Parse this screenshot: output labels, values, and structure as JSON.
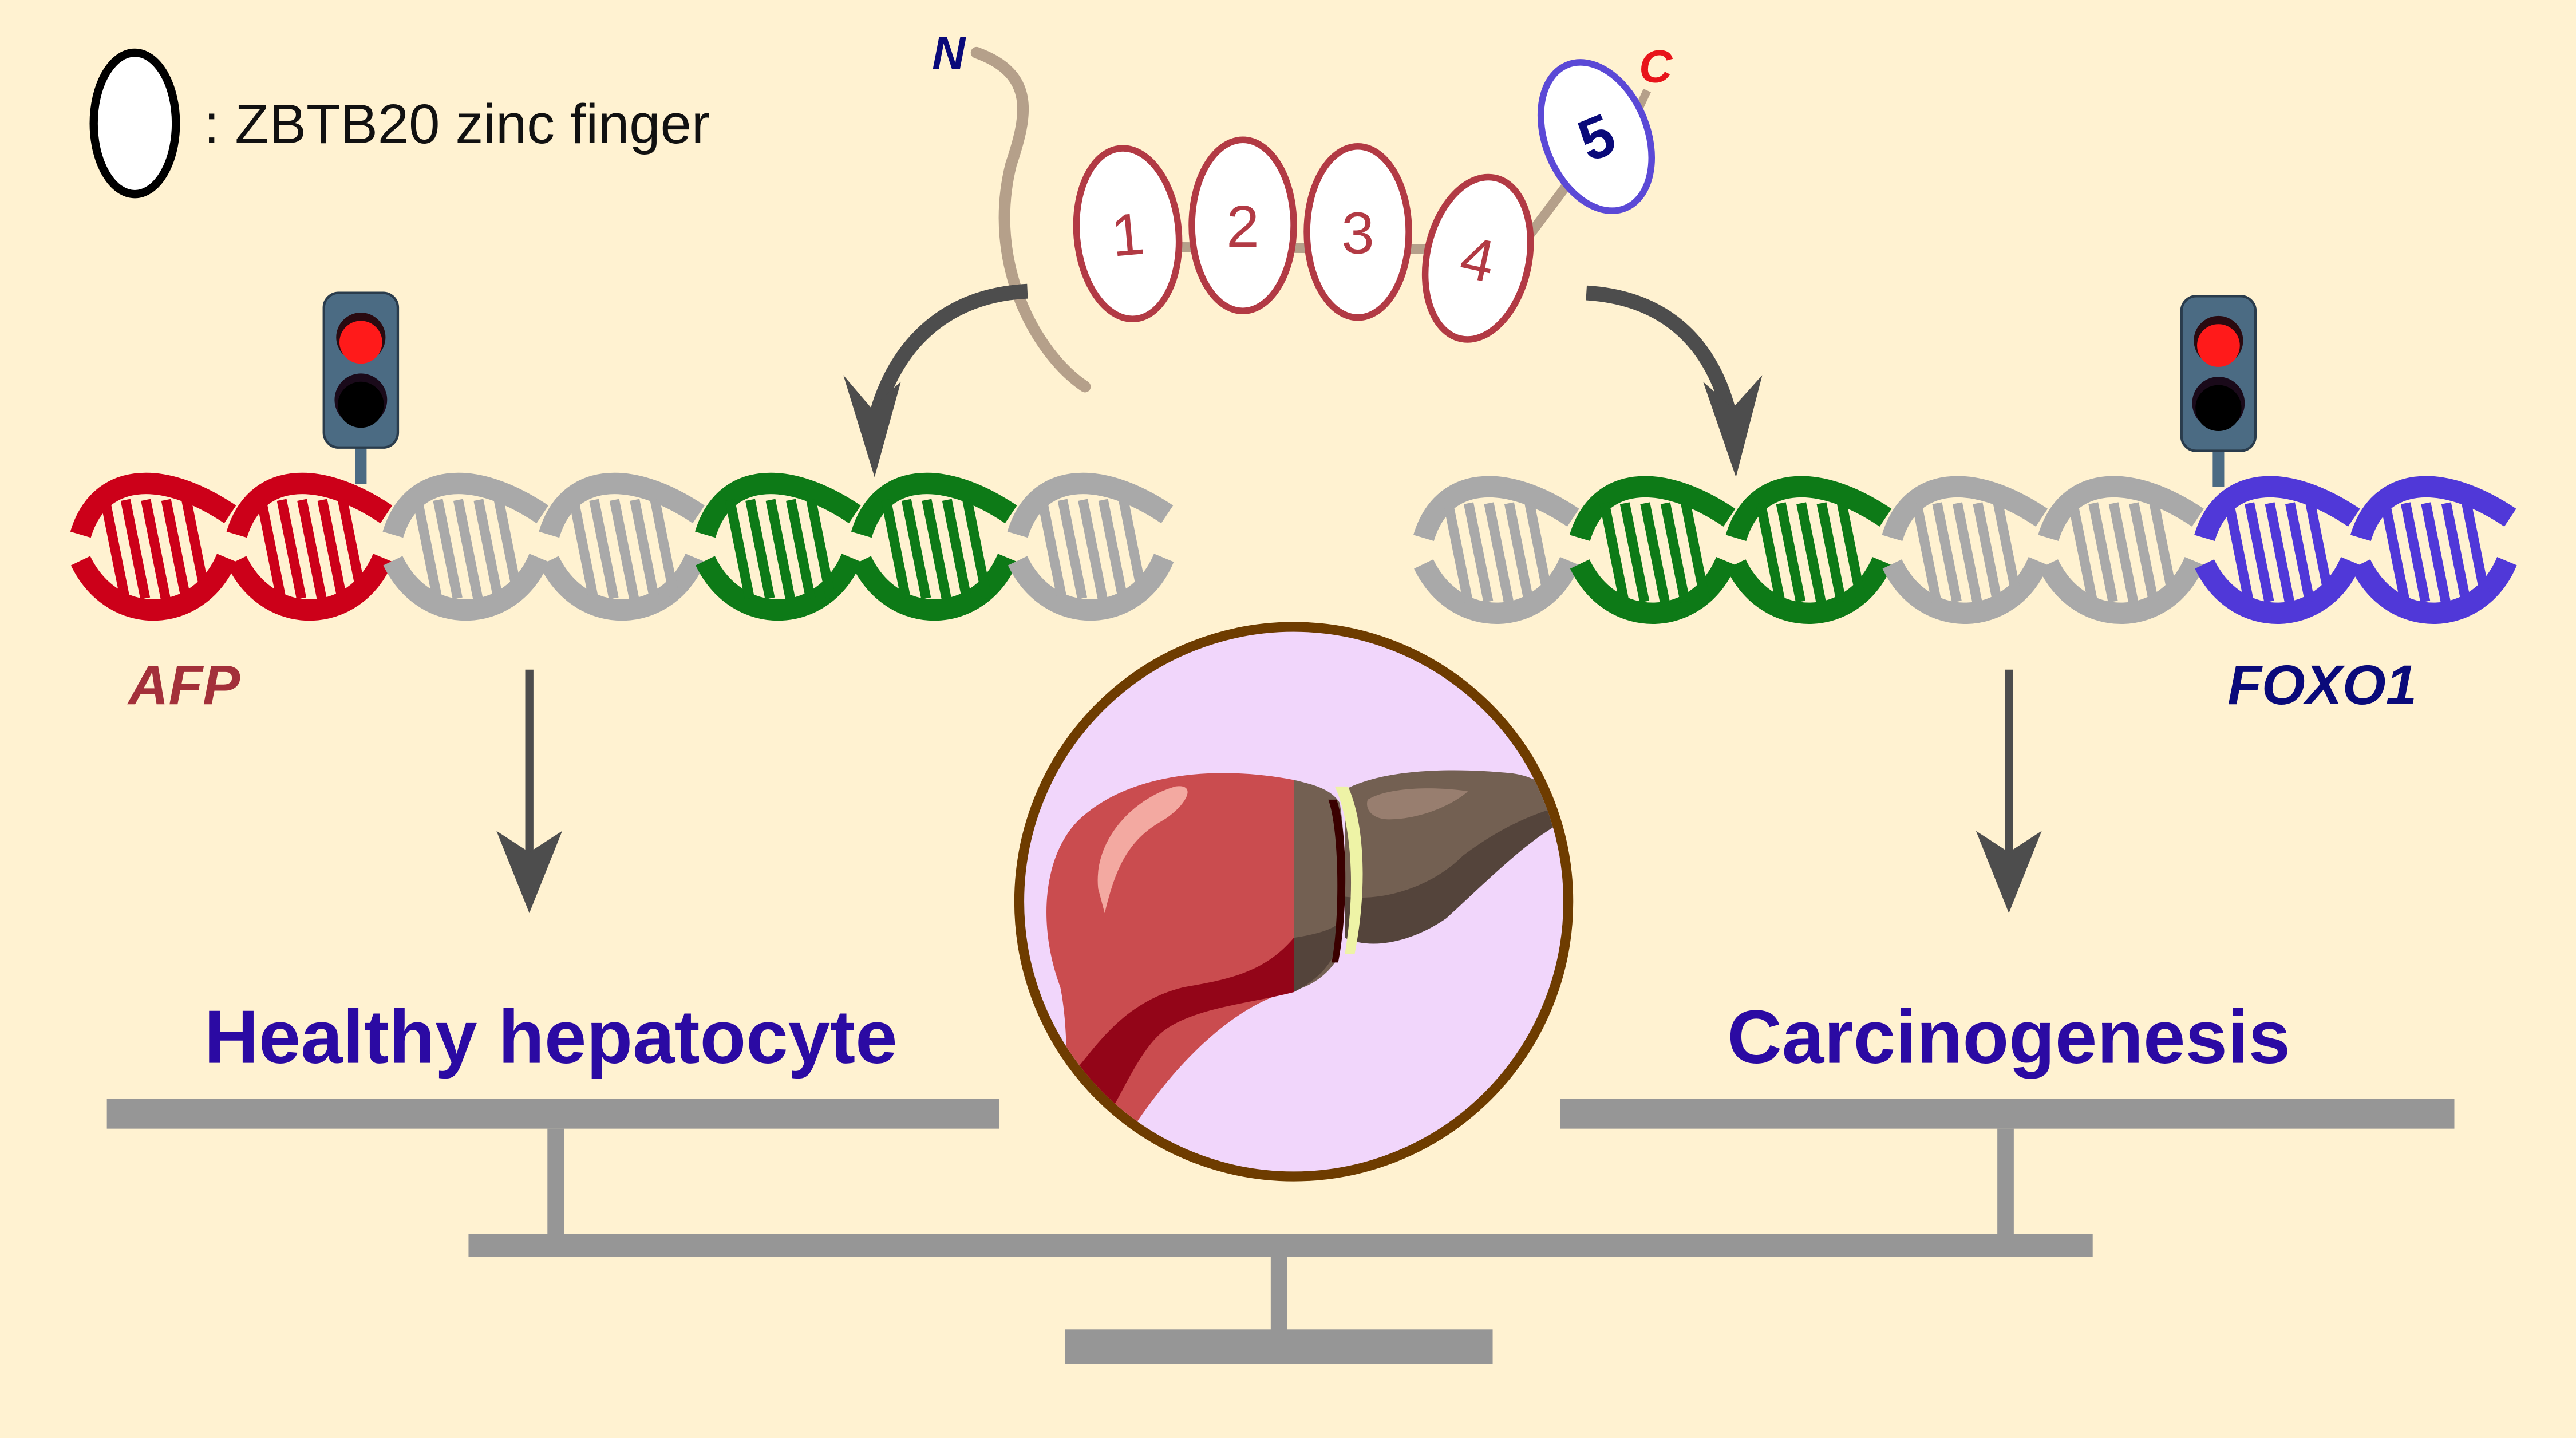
{
  "figure": {
    "background_color": "#fff2d1"
  },
  "legend": {
    "symbol": "ellipse-outline",
    "text": ": ZBTB20 zinc finger"
  },
  "protein": {
    "n_terminus_label": "N",
    "c_terminus_label": "C",
    "n_terminus_color": "#0a0a7a",
    "c_terminus_color": "#e8141a",
    "linker_color": "#b5a08a",
    "zinc_fingers": [
      {
        "label": "1",
        "stroke": "#b23a44",
        "text_color": "#b23a44"
      },
      {
        "label": "2",
        "stroke": "#b23a44",
        "text_color": "#b23a44"
      },
      {
        "label": "3",
        "stroke": "#b23a44",
        "text_color": "#b23a44"
      },
      {
        "label": "4",
        "stroke": "#b23a44",
        "text_color": "#b23a44"
      },
      {
        "label": "5",
        "stroke": "#5b49d6",
        "text_color": "#0a0a7a"
      }
    ]
  },
  "left_pathway": {
    "gene_label": "AFP",
    "gene_label_color": "#a3303a",
    "dna_segments": [
      {
        "color": "#cc0019",
        "role": "gene"
      },
      {
        "color": "#cc0019",
        "role": "gene"
      },
      {
        "color": "#a9a9a9",
        "role": "spacer"
      },
      {
        "color": "#a9a9a9",
        "role": "spacer"
      },
      {
        "color": "#0d7a17",
        "role": "binding-site"
      },
      {
        "color": "#0d7a17",
        "role": "binding-site"
      },
      {
        "color": "#a9a9a9",
        "role": "spacer"
      }
    ],
    "traffic_light_state": "red",
    "outcome_label": "Healthy hepatocyte"
  },
  "right_pathway": {
    "gene_label": "FOXO1",
    "gene_label_color": "#0a0a7a",
    "dna_segments": [
      {
        "color": "#a9a9a9",
        "role": "spacer"
      },
      {
        "color": "#0d7a17",
        "role": "binding-site"
      },
      {
        "color": "#0d7a17",
        "role": "binding-site"
      },
      {
        "color": "#a9a9a9",
        "role": "spacer"
      },
      {
        "color": "#a9a9a9",
        "role": "spacer"
      },
      {
        "color": "#5038d8",
        "role": "gene"
      },
      {
        "color": "#5038d8",
        "role": "gene"
      }
    ],
    "traffic_light_state": "red",
    "outcome_label": "Carcinogenesis"
  },
  "center": {
    "icon": "liver",
    "circle_fill": "#f1d6fb",
    "circle_stroke": "#6e3c00"
  },
  "colors": {
    "arrow": "#4d4d4d",
    "balance": "#969696",
    "traffic_light_body": "#4b6b83",
    "light_on": "#ff1a1a",
    "light_off": "#000000"
  }
}
